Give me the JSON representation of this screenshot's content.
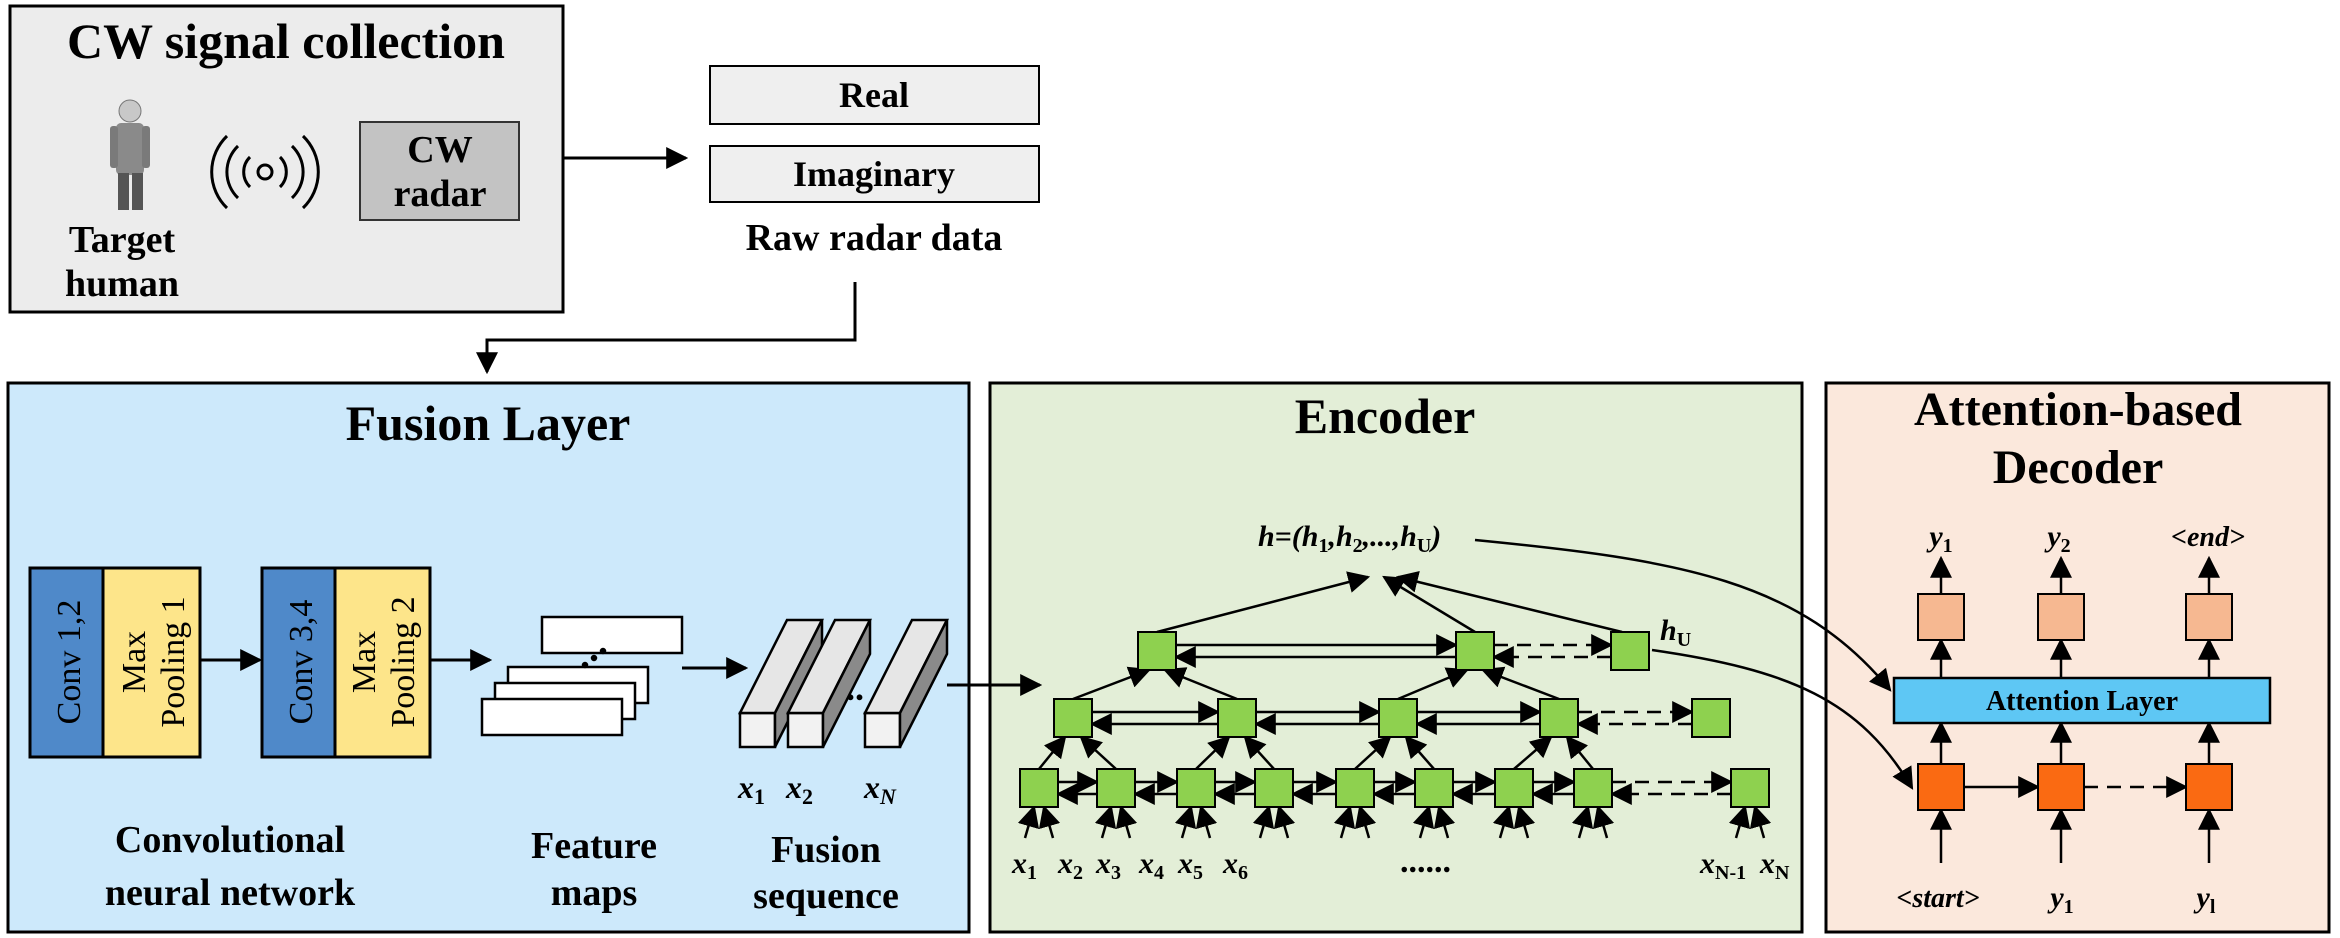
{
  "colors": {
    "collection_bg": "#ececec",
    "fusion_bg": "#cde9fb",
    "encoder_bg": "#e3eed7",
    "decoder_bg": "#fbe8dc",
    "conv_blue": "#4f89c9",
    "pool_yellow": "#fde58a",
    "node_green": "#8ed14f",
    "attention_blue": "#5ec7f4",
    "output_peach": "#f6b891",
    "decoder_orange": "#fa6a12",
    "radar_gray": "#c3c3c3"
  },
  "collection": {
    "title": "CW signal collection",
    "target_line1": "Target",
    "target_line2": "human",
    "radar_line1": "CW",
    "radar_line2": "radar",
    "signal_icon": "(((○)))"
  },
  "raw_data": {
    "real": "Real",
    "imaginary": "Imaginary",
    "caption": "Raw radar data"
  },
  "fusion": {
    "title": "Fusion Layer",
    "conv1": "Conv 1,2",
    "pool1_line1": "Max",
    "pool1_line2": "Pooling 1",
    "conv2": "Conv 3,4",
    "pool2_line1": "Max",
    "pool2_line2": "Pooling 2",
    "cnn_line1": "Convolutional",
    "cnn_line2": "neural network",
    "feature_line1": "Feature",
    "feature_line2": "maps",
    "seq_line1": "Fusion",
    "seq_line2": "sequence",
    "x1": "x",
    "x1_sub": "1",
    "x2": "x",
    "x2_sub": "2",
    "xN": "x",
    "xN_sub": "N",
    "dots": ".."
  },
  "encoder": {
    "title": "Encoder",
    "h_label": "h=(h",
    "h_sub1": "1",
    "h_mid1": ",h",
    "h_sub2": "2",
    "h_mid2": ",...,h",
    "h_subU": "U",
    "h_close": ")",
    "hU": "h",
    "hU_sub": "U",
    "bottom_dots": "......",
    "inputs": [
      {
        "t": "x",
        "s": "1"
      },
      {
        "t": "x",
        "s": "2"
      },
      {
        "t": "x",
        "s": "3"
      },
      {
        "t": "x",
        "s": "4"
      },
      {
        "t": "x",
        "s": "5"
      },
      {
        "t": "x",
        "s": "6"
      },
      {
        "t": "x",
        "s": "N-1"
      },
      {
        "t": "x",
        "s": "N"
      }
    ]
  },
  "decoder": {
    "title_line1": "Attention-based",
    "title_line2": "Decoder",
    "attention_label": "Attention Layer",
    "y1_top": "y",
    "y1_top_sub": "1",
    "y2_top": "y",
    "y2_top_sub": "2",
    "end_label": "<end>",
    "start_label": "<start>",
    "y1_bottom": "y",
    "y1_bottom_sub": "1",
    "yl_bottom": "y",
    "yl_bottom_sub": "l"
  }
}
